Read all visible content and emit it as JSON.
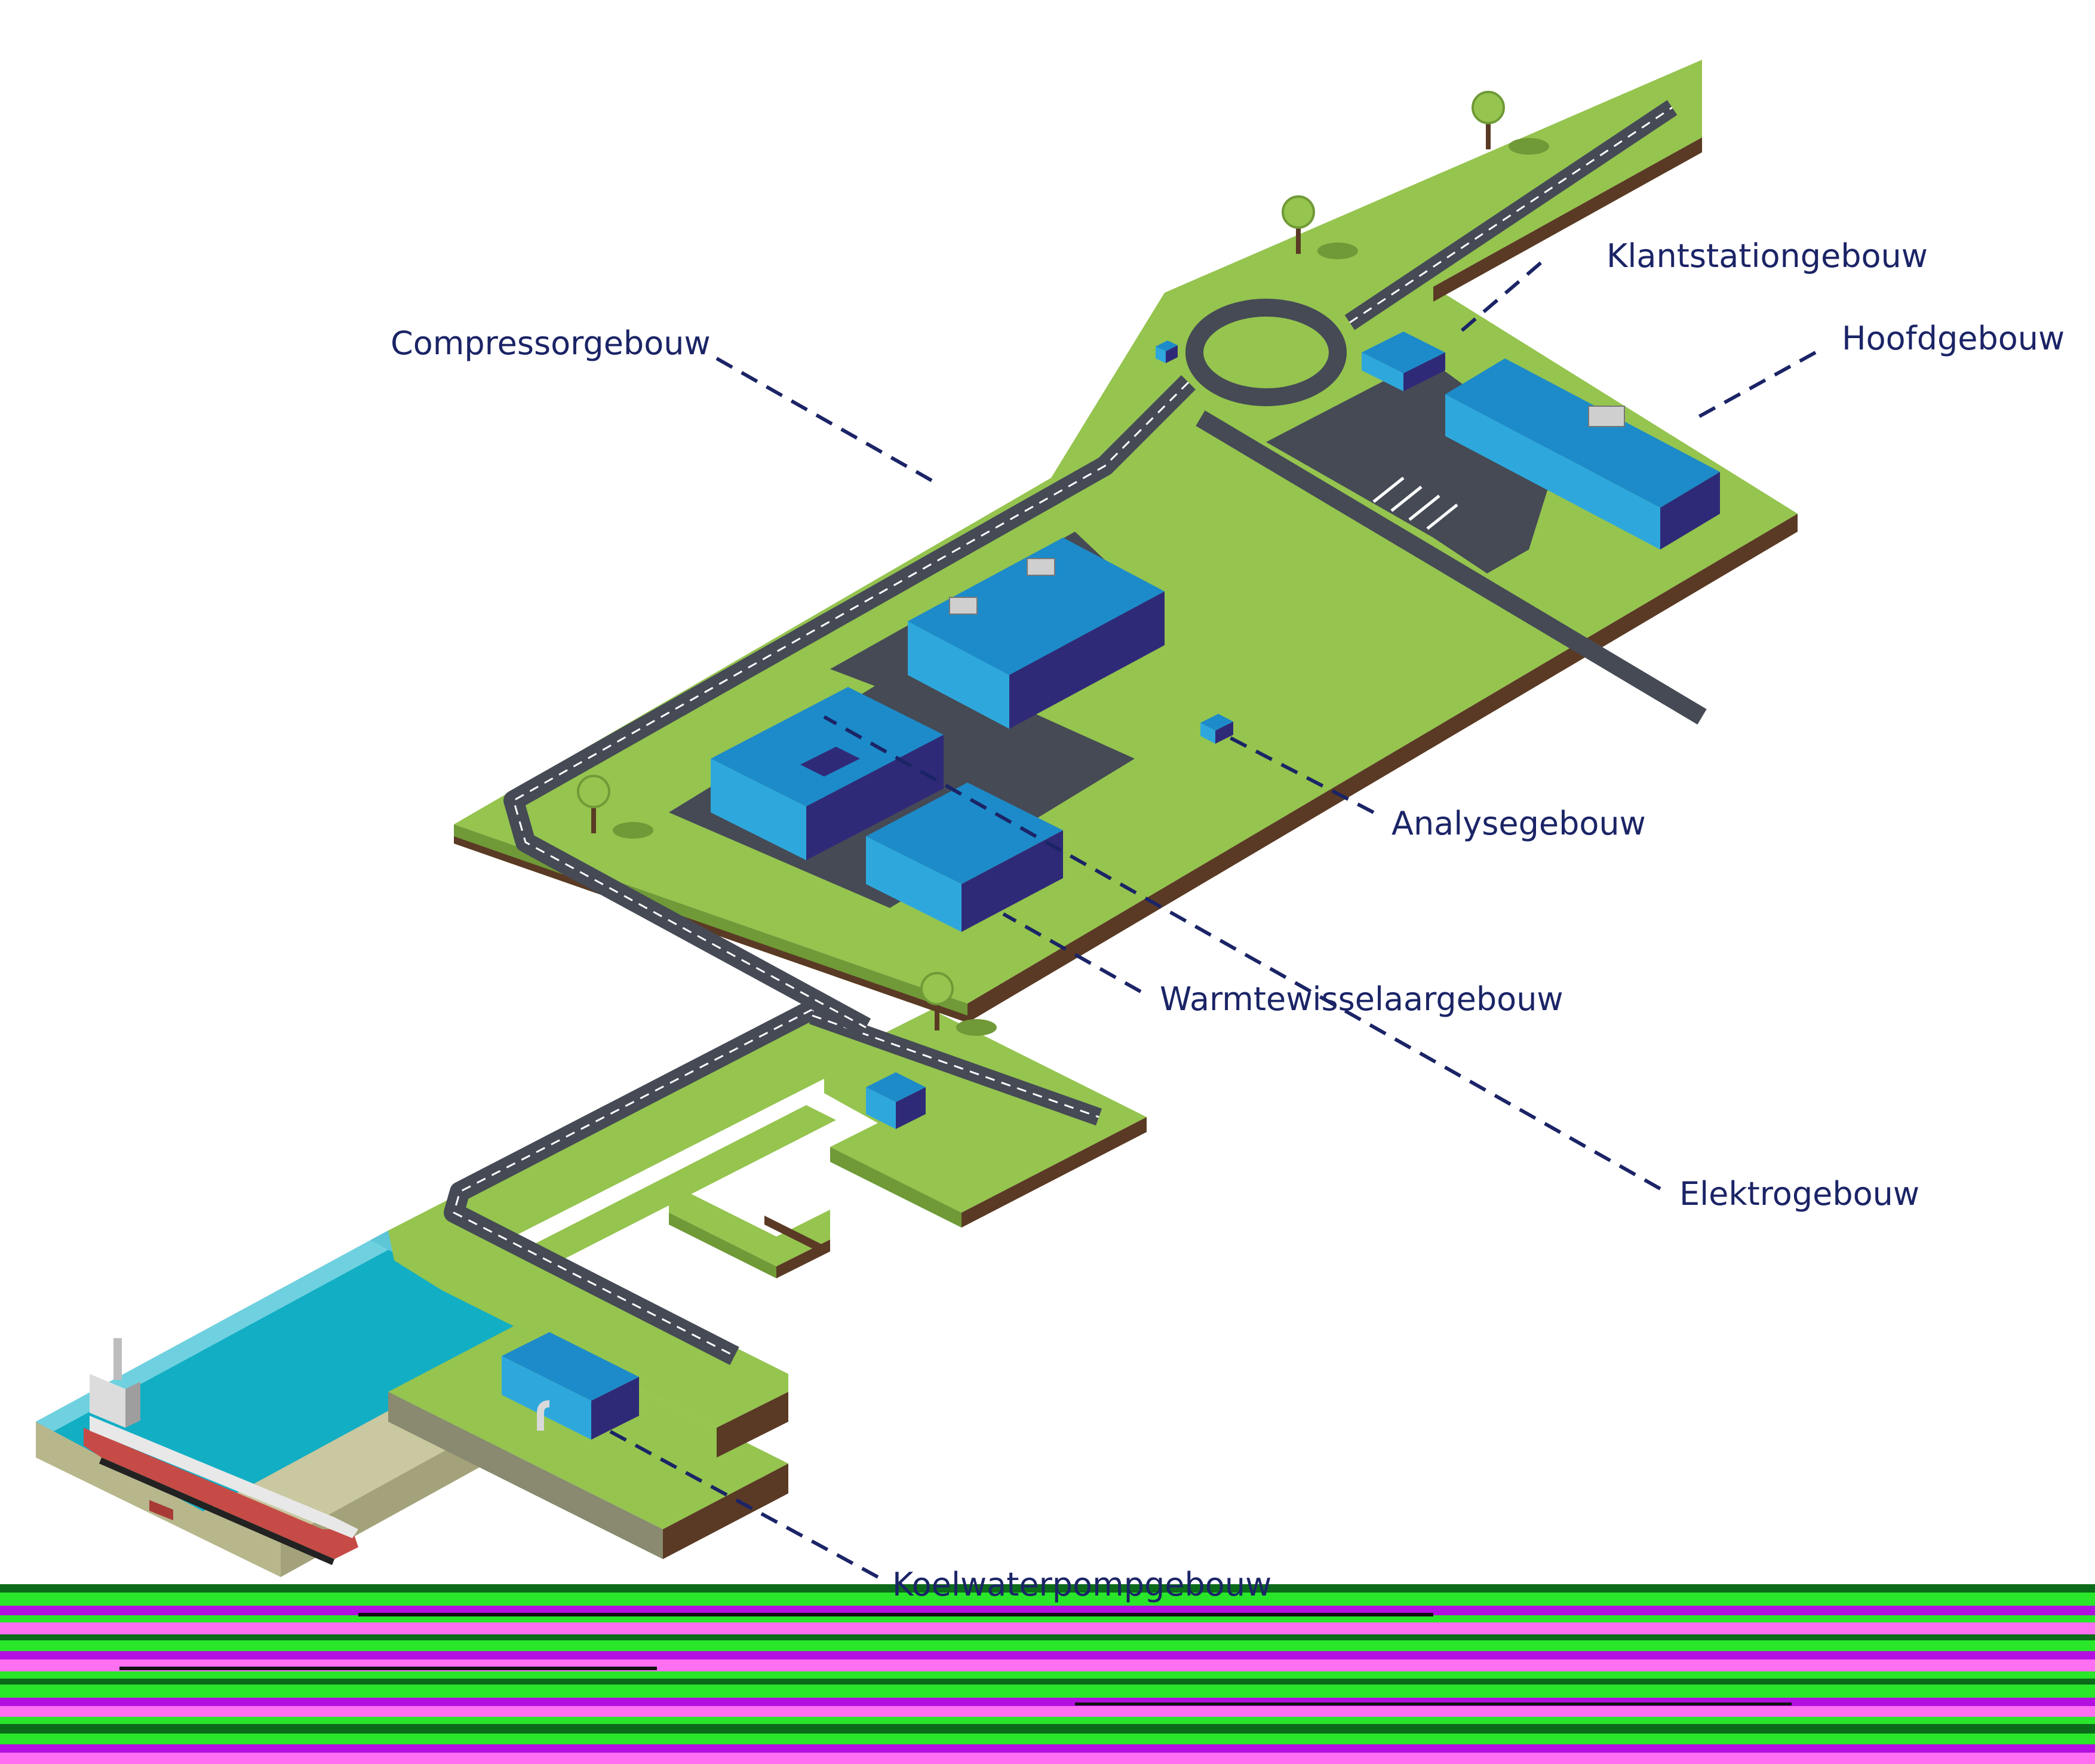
{
  "labels": {
    "compressor": "Compressorgebouw",
    "klantstation": "Klantstationgebouw",
    "hoofd": "Hoofdgebouw",
    "analyse": "Analysegebouw",
    "warmte": "Warmtewisselaargebouw",
    "elektro": "Elektrogebouw",
    "koelwater": "Koelwaterpompgebouw"
  },
  "colors": {
    "grass": "#95c44f",
    "grass_side": "#6f9a37",
    "soil": "#5a3a24",
    "road": "#454a55",
    "road_dash": "#ffffff",
    "building_top": "#1d8bc9",
    "building_left": "#2ea8dc",
    "building_right": "#2f2a78",
    "water": "#12aec4",
    "water_light": "#6fd1e0",
    "label_text": "#1b2466",
    "ship_hull": "#c64b46",
    "glitch_green": "#29e62a",
    "glitch_magenta": "#ff6ff2",
    "glitch_purple": "#b30fe0",
    "glitch_dark": "#0c6b1a"
  },
  "icons": [
    "tree-icon",
    "ship-icon",
    "hvac-fan-icon",
    "pipe-icon"
  ]
}
